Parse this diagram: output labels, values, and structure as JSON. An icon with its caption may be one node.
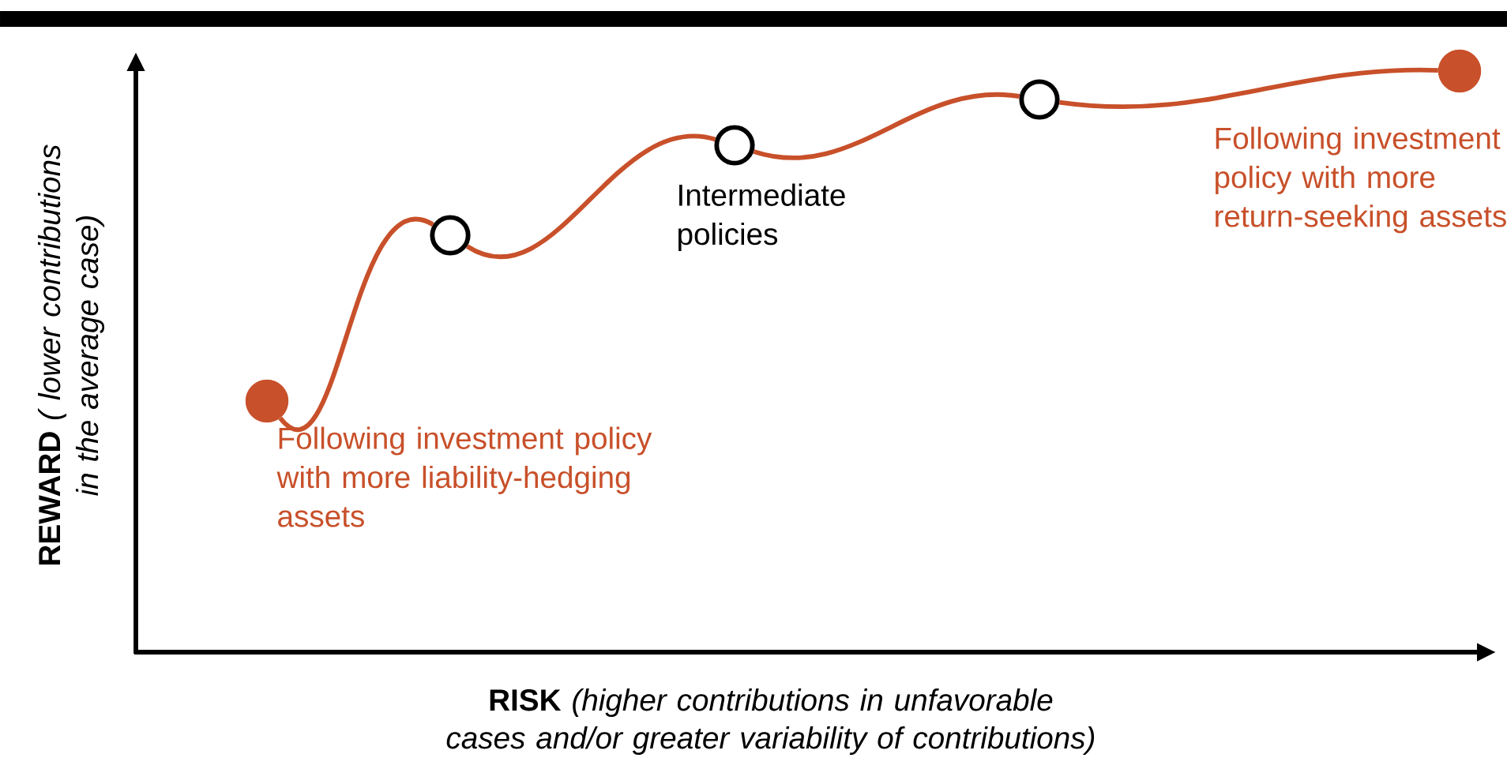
{
  "diagram": {
    "nodes": [
      {
        "text": [],
        "shape": "circle",
        "beside": [
          "Following investment policy with more liability-hedging assets"
        ]
      },
      {
        "text": [],
        "shape": "circle"
      },
      {
        "text": [],
        "shape": "circle",
        "beside": [
          "Intermediate policies"
        ]
      },
      {
        "text": [],
        "shape": "circle"
      },
      {
        "text": [],
        "shape": "circle",
        "beside": [
          "Following investment policy with more return-seeking assets"
        ]
      }
    ],
    "edges": [
      {
        "from": 0,
        "to": 1,
        "arrow": "none"
      },
      {
        "from": 1,
        "to": 2,
        "arrow": "none"
      },
      {
        "from": 2,
        "to": 3,
        "arrow": "none"
      },
      {
        "from": 3,
        "to": 4,
        "arrow": "none"
      }
    ],
    "labels": [
      "**REWARD** *( lower contributions in the average case)*",
      "**RISK** *(higher contributions in unfavorable cases and/or greater variability of contributions)*"
    ]
  }
}
